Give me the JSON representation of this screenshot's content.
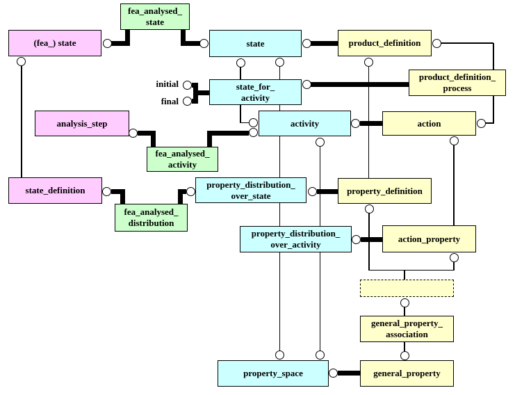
{
  "diagram": {
    "colors": {
      "pink": "#ffccff",
      "green": "#ccffcc",
      "cyan": "#ccffff",
      "yellow": "#ffffcc",
      "line": "#000000"
    },
    "annotations": {
      "initial": "initial",
      "final": "final"
    },
    "boxes": [
      {
        "id": "fea_analysed_state",
        "label": "fea_analysed_\nstate",
        "color": "green"
      },
      {
        "id": "fea_state",
        "label": "(fea_) state",
        "color": "pink"
      },
      {
        "id": "state",
        "label": "state",
        "color": "cyan"
      },
      {
        "id": "product_definition",
        "label": "product_definition",
        "color": "yellow"
      },
      {
        "id": "product_definition_process",
        "label": "product_definition_\nprocess",
        "color": "yellow"
      },
      {
        "id": "state_for_activity",
        "label": "state_for_\nactivity",
        "color": "cyan"
      },
      {
        "id": "analysis_step",
        "label": "analysis_step",
        "color": "pink"
      },
      {
        "id": "activity",
        "label": "activity",
        "color": "cyan"
      },
      {
        "id": "action",
        "label": "action",
        "color": "yellow"
      },
      {
        "id": "fea_analysed_activity",
        "label": "fea_analysed_\nactivity",
        "color": "green"
      },
      {
        "id": "state_definition",
        "label": "state_definition",
        "color": "pink"
      },
      {
        "id": "property_distribution_over_state",
        "label": "property_distribution_\nover_state",
        "color": "cyan"
      },
      {
        "id": "property_definition",
        "label": "property_definition",
        "color": "yellow"
      },
      {
        "id": "fea_analysed_distribution",
        "label": "fea_analysed_\ndistribution",
        "color": "green"
      },
      {
        "id": "property_distribution_over_activity",
        "label": "property_distribution_\nover_activity",
        "color": "cyan"
      },
      {
        "id": "action_property",
        "label": "action_property",
        "color": "yellow"
      },
      {
        "id": "unnamed_dashed_box",
        "label": "",
        "color": "yellow"
      },
      {
        "id": "general_property_association",
        "label": "general_property_\nassociation",
        "color": "yellow"
      },
      {
        "id": "property_space",
        "label": "property_space",
        "color": "cyan"
      },
      {
        "id": "general_property",
        "label": "general_property",
        "color": "yellow"
      }
    ],
    "connections": [
      {
        "from": "fea_analysed_state",
        "to": "(fea_) state",
        "style": "thick"
      },
      {
        "from": "fea_analysed_state",
        "to": "state",
        "style": "thick"
      },
      {
        "from": "state",
        "to": "product_definition",
        "style": "thick"
      },
      {
        "from": "state",
        "to": "state_for_activity",
        "style": "thin"
      },
      {
        "from": "state",
        "to": "property_distribution_over_state",
        "style": "thin"
      },
      {
        "from": "initial/final",
        "to": "state_for_activity",
        "style": "thick"
      },
      {
        "from": "state_for_activity",
        "to": "product_definition_process",
        "style": "thick"
      },
      {
        "from": "state_for_activity",
        "to": "activity",
        "style": "thin"
      },
      {
        "from": "product_definition",
        "to": "action",
        "style": "thin"
      },
      {
        "from": "product_definition",
        "to": "property_definition",
        "style": "thin"
      },
      {
        "from": "(fea_) state",
        "to": "state_definition",
        "style": "thin"
      },
      {
        "from": "analysis_step",
        "to": "fea_analysed_activity",
        "style": "thick"
      },
      {
        "from": "fea_analysed_activity",
        "to": "activity",
        "style": "thick"
      },
      {
        "from": "activity",
        "to": "action",
        "style": "thick"
      },
      {
        "from": "activity",
        "to": "property_distribution_over_activity",
        "style": "thin"
      },
      {
        "from": "action",
        "to": "action_property",
        "style": "thin"
      },
      {
        "from": "state_definition",
        "to": "fea_analysed_distribution",
        "style": "thick"
      },
      {
        "from": "fea_analysed_distribution",
        "to": "property_distribution_over_state",
        "style": "thick"
      },
      {
        "from": "property_distribution_over_state",
        "to": "property_definition",
        "style": "thick"
      },
      {
        "from": "property_distribution_over_state",
        "to": "property_space",
        "style": "thin"
      },
      {
        "from": "property_distribution_over_activity",
        "to": "action_property",
        "style": "thick"
      },
      {
        "from": "property_distribution_over_activity",
        "to": "property_space",
        "style": "thin"
      },
      {
        "from": "property_definition",
        "to": "unnamed_dashed_box",
        "style": "thin"
      },
      {
        "from": "action_property",
        "to": "unnamed_dashed_box",
        "style": "thin"
      },
      {
        "from": "unnamed_dashed_box",
        "to": "general_property_association",
        "style": "thin"
      },
      {
        "from": "general_property_association",
        "to": "general_property",
        "style": "thin"
      },
      {
        "from": "property_space",
        "to": "general_property",
        "style": "thick"
      }
    ]
  }
}
